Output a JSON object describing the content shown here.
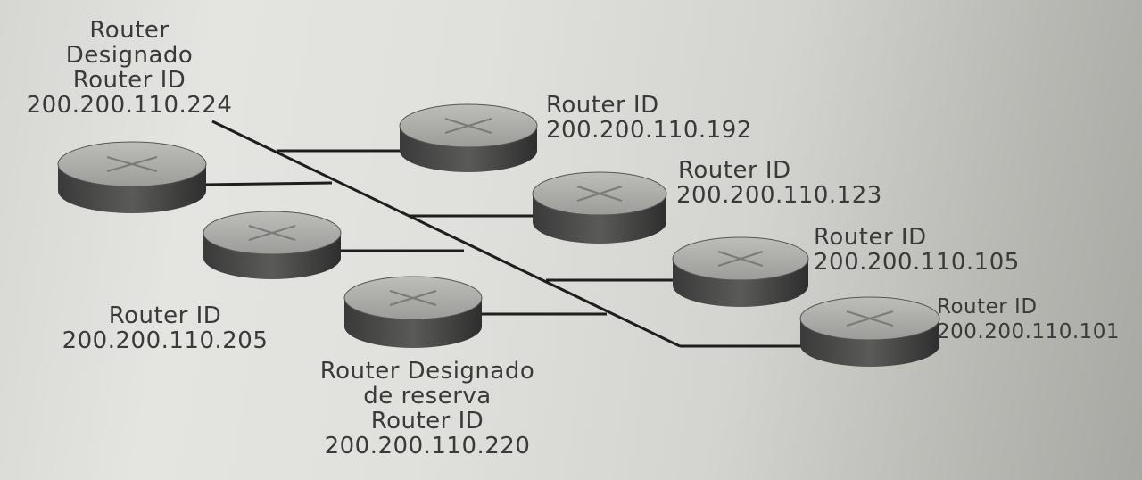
{
  "diagram": {
    "routers": {
      "dr": {
        "lines": [
          "Router",
          "Designado",
          "Router ID",
          "200.200.110.224"
        ]
      },
      "r192": {
        "lines": [
          "Router ID",
          "200.200.110.192"
        ]
      },
      "r123": {
        "lines": [
          "Router ID",
          "200.200.110.123"
        ]
      },
      "r105": {
        "lines": [
          "Router ID",
          "200.200.110.105"
        ]
      },
      "r101": {
        "lines": [
          "Router ID",
          "200.200.110.101"
        ]
      },
      "r205": {
        "lines": [
          "Router ID",
          "200.200.110.205"
        ]
      },
      "bdr": {
        "lines": [
          "Router Designado",
          "de reserva",
          "Router ID",
          "200.200.110.220"
        ]
      }
    }
  }
}
